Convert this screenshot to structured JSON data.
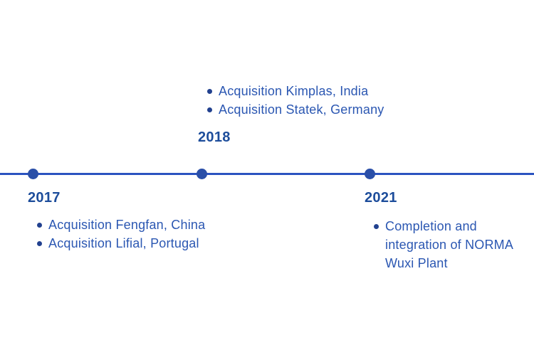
{
  "palette": {
    "line_blue": "#2b53c0",
    "node_blue": "#2a4fa8",
    "year_blue": "#1d4d9b",
    "text_blue": "#2b57b2",
    "bullet_dot_blue": "#22418f",
    "background": "#ffffff"
  },
  "timeline": {
    "events": [
      {
        "year": "2017",
        "position": "below-line",
        "items": [
          "Acquisition Fengfan, China",
          "Acquisition Lifial, Portugal"
        ]
      },
      {
        "year": "2018",
        "position": "above-line",
        "items": [
          "Acquisition Kimplas, India",
          "Acquisition Statek, Germany"
        ]
      },
      {
        "year": "2021",
        "position": "below-line",
        "items": [
          "Completion and integration of NORMA Wuxi Plant"
        ]
      }
    ]
  }
}
